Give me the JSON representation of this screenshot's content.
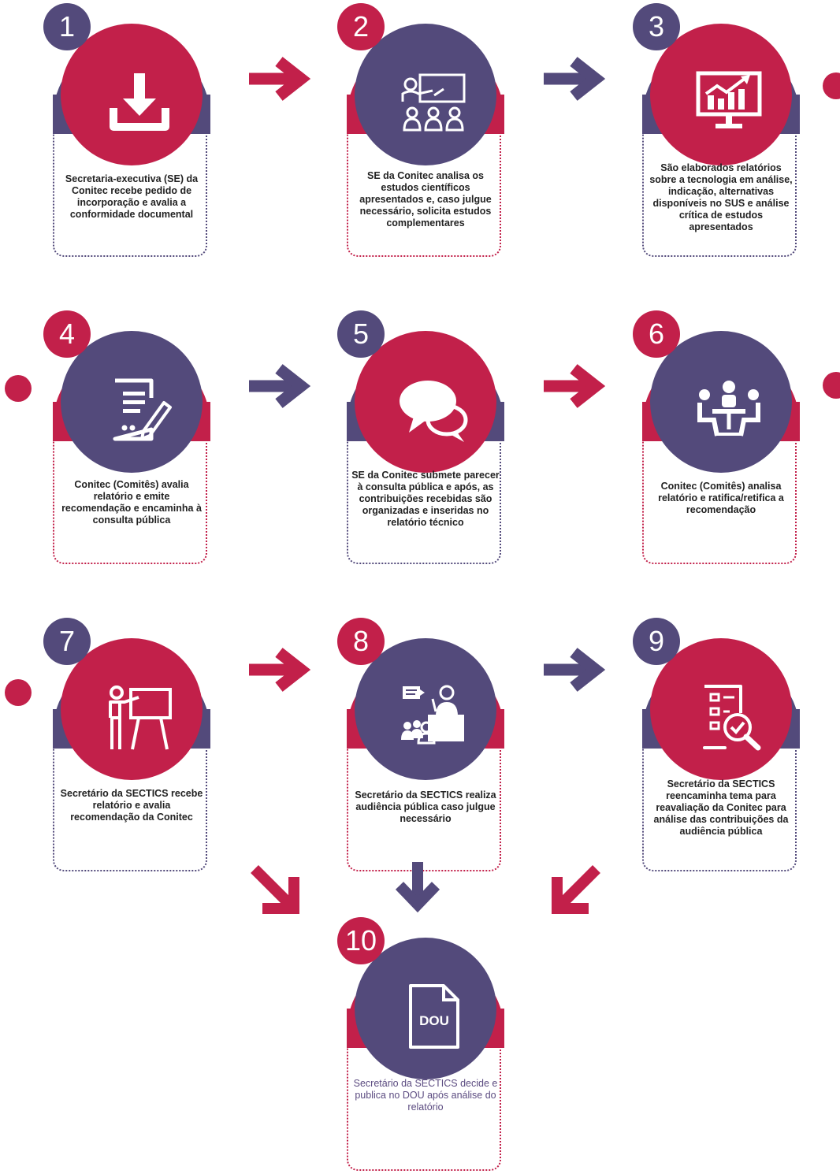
{
  "colors": {
    "red": "#c2204a",
    "purple": "#534a7b"
  },
  "steps": [
    {
      "number": "1",
      "icon": "download-icon",
      "text": "Secretaria-executiva (SE) da Conitec recebe pedido de incorporação e avalia a conformidade documental"
    },
    {
      "number": "2",
      "icon": "presentation-audience-icon",
      "text": "SE da Conitec analisa os estudos científicos apresentados e, caso julgue necessário, solicita estudos complementares"
    },
    {
      "number": "3",
      "icon": "monitor-chart-icon",
      "text": "São elaborados relatórios sobre a tecnologia em análise, indicação, alternativas disponíveis no SUS e análise crítica de estudos apresentados"
    },
    {
      "number": "4",
      "icon": "document-pen-icon",
      "text": "Conitec (Comitês) avalia relatório e emite recomendação e encaminha à consulta pública"
    },
    {
      "number": "5",
      "icon": "speech-bubbles-icon",
      "text": "SE da Conitec submete parecer à consulta pública e após, as contribuições recebidas são organizadas e inseridas no relatório técnico"
    },
    {
      "number": "6",
      "icon": "meeting-table-icon",
      "text": "Conitec (Comitês) analisa relatório e ratifica/retifica a recomendação"
    },
    {
      "number": "7",
      "icon": "presenter-board-icon",
      "text": "Secretário da SECTICS recebe relatório e avalia recomendação da Conitec"
    },
    {
      "number": "8",
      "icon": "public-hearing-icon",
      "text": "Secretário da SECTICS realiza audiência pública caso julgue necessário"
    },
    {
      "number": "9",
      "icon": "checklist-magnifier-icon",
      "text": "Secretário da SECTICS reencaminha tema para reavaliação da Conitec para análise das contribuições da audiência pública"
    },
    {
      "number": "10",
      "icon": "dou-document-icon",
      "icon_label": "DOU",
      "text": "Secretário da SECTICS decide e publica no DOU após análise do relatório"
    }
  ]
}
